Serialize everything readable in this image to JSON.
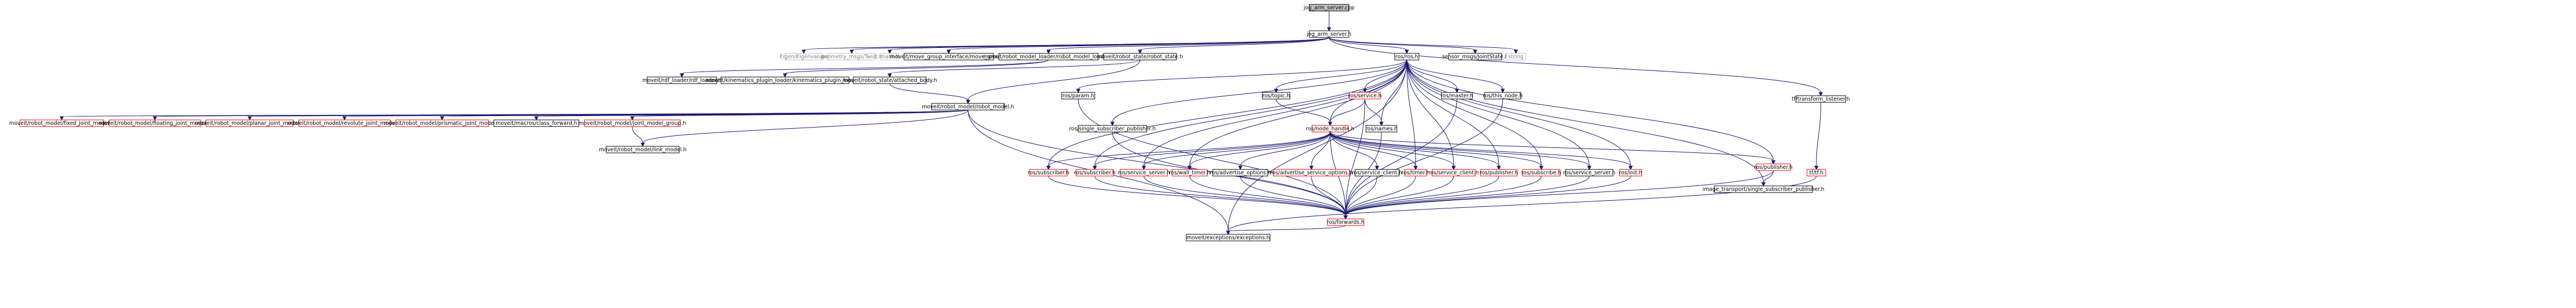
{
  "colors": {
    "edge": "#191970",
    "root_fill": "#bfbfbf",
    "documented_border": "#000000",
    "undocumented_border": "#ff0000",
    "system_border": "#bfbfbf",
    "system_text": "#808080"
  },
  "nodes": {
    "jog_arm_server_cpp": "jog_arm_server.cpp",
    "jog_arm_server_h": "jog_arm_server.h",
    "eigen": "Eigen/Eigenvalues",
    "twist": "geometry_msgs/Twist.h",
    "math": "math.h",
    "move_group": "moveit/move_group_interface/move_group.h",
    "robot_model_loader": "moveit/robot_model_loader/robot_model_loader.h",
    "robot_state": "moveit/robot_state/robot_state.h",
    "ros_h": "ros/ros.h",
    "joint_state": "sensor_msgs/JointState.h",
    "string": "string",
    "tf_listener": "tf/transform_listener.h",
    "rdf_loader": "moveit/rdf_loader/rdf_loader.h",
    "kinematics_plugin_loader": "moveit/kinematics_plugin_loader/kinematics_plugin_loader.h",
    "attached_body": "moveit/robot_state/attached_body.h",
    "robot_model": "moveit/robot_model/robot_model.h",
    "param": "ros/param.h",
    "topic": "ros/topic.h",
    "service": "ros/service.h",
    "master": "ros/master.h",
    "this_node": "ros/this_node.h",
    "fixed_joint": "moveit/robot_model/fixed_joint_model.h",
    "floating_joint": "moveit/robot_model/floating_joint_model.h",
    "planar_joint": "moveit/robot_model/planar_joint_model.h",
    "revolute_joint": "moveit/robot_model/revolute_joint_model.h",
    "prismatic_joint": "moveit/robot_model/prismatic_joint_model.h",
    "class_forward": "moveit/macros/class_forward.h",
    "joint_model_group": "moveit/robot_model/joint_model_group.h",
    "single_subscriber_publisher": "ros/single_subscriber_publisher.h",
    "node_handle": "ros/node_handle.h",
    "names": "ros/names.h",
    "link_model": "moveit/robot_model/link_model.h",
    "subscriber_red": "ros/subscriber.h",
    "subscriber_red2": "ros/subscriber.h",
    "service_server_red": "ros/service_server.h",
    "wall_timer": "ros/wall_timer.h",
    "advertise_options": "ros/advertise_options.h",
    "advertise_service_options": "ros/advertise_service_options.h",
    "service_client_black": "ros/service_client.h",
    "timer": "ros/timer.h",
    "service_client_red": "ros/service_client.h",
    "publisher_red": "ros/publisher.h",
    "subscribe": "ros/subscribe.h",
    "service_server_black": "ros/service_server.h",
    "init": "ros/init.h",
    "publisher_red2": "ros/publisher.h",
    "forwards": "ros/forwards.h",
    "it_single_subscriber_publisher": "image_transport/single_subscriber_publisher.h",
    "tf_h": "tf/tf.h",
    "exceptions": "moveit/exceptions/exceptions.h"
  }
}
